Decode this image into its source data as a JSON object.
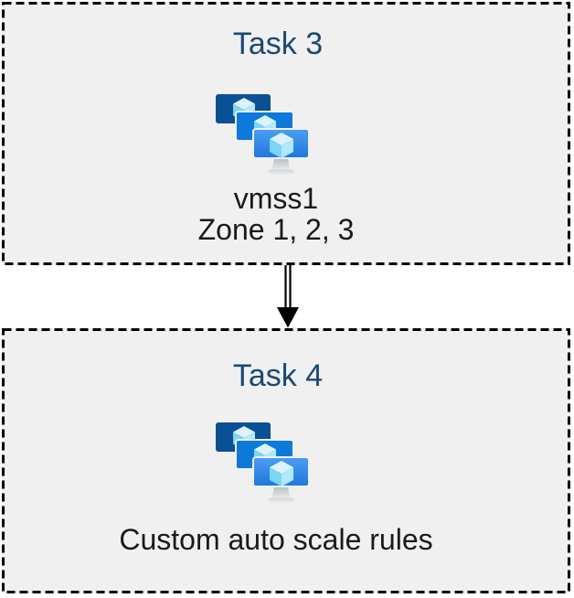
{
  "diagram": {
    "tasks": [
      {
        "title": "Task 3",
        "icon": "vm-scale-set-icon",
        "lines": [
          "vmss1",
          "Zone 1, 2, 3"
        ]
      },
      {
        "title": "Task 4",
        "icon": "vm-scale-set-icon",
        "lines": [
          "Custom auto scale rules"
        ]
      }
    ],
    "connector": {
      "type": "double-line-arrow",
      "direction": "down"
    },
    "colors": {
      "box_background": "#f0f0f0",
      "box_border": "#000000",
      "title_text": "#1a4a73",
      "body_text": "#1a1a1a",
      "monitor_back": "#0a5094",
      "monitor_middle": "#0d79da",
      "monitor_front_gradient_top": "#4d9ef1",
      "monitor_front_gradient_bottom": "#1f77dc",
      "cube_top_face": "#dcf3fd",
      "cube_left_face": "#7cd5f6",
      "cube_right_face": "#aee9fc",
      "stand_gray": "#c9ccce"
    }
  }
}
